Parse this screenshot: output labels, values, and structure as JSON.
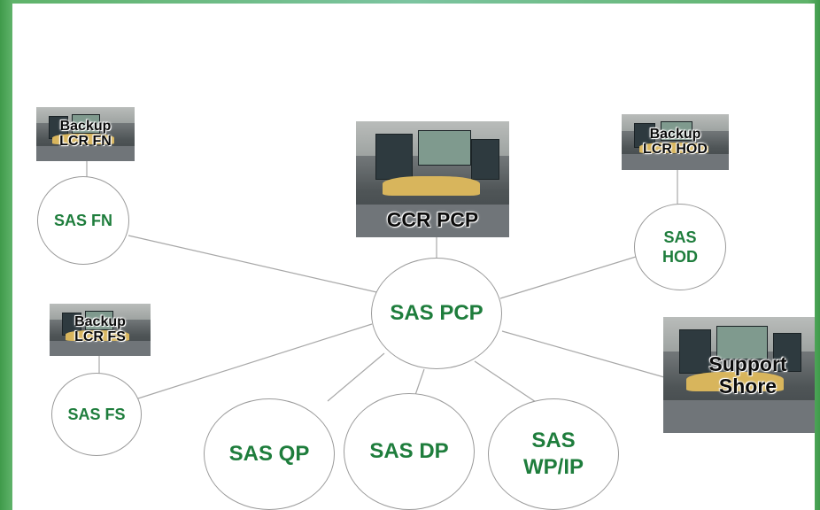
{
  "nodes": {
    "sas_pcp": "SAS PCP",
    "sas_fn": "SAS FN",
    "sas_hod": "SAS\nHOD",
    "sas_fs": "SAS FS",
    "sas_qp": "SAS QP",
    "sas_dp": "SAS DP",
    "sas_wpip": "SAS\nWP/IP"
  },
  "rooms": {
    "ccr_pcp": "CCR PCP",
    "backup_lcr_fn": "Backup\nLCR FN",
    "backup_lcr_hod": "Backup\nLCR HOD",
    "backup_lcr_fs": "Backup\nLCR FS",
    "support_shore": "Support\nShore"
  },
  "colors": {
    "node_text": "#1e7d3c",
    "link": "#a8a8a8",
    "border_green": "#5fb36a"
  }
}
